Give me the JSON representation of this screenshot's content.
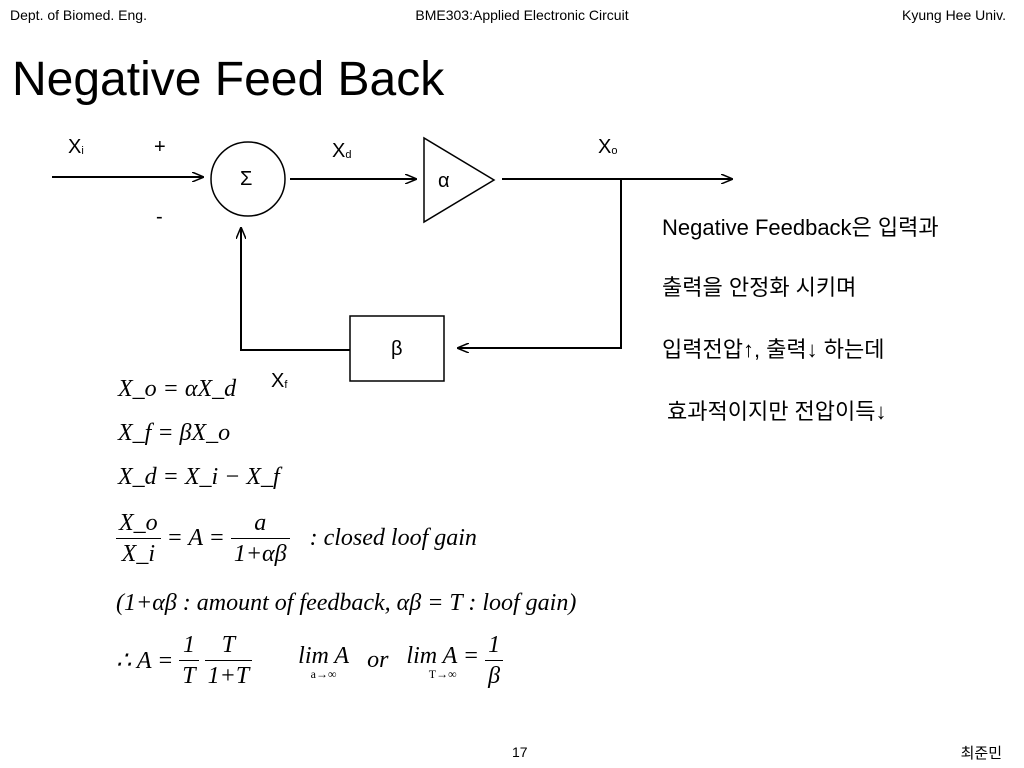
{
  "header": {
    "left": "Dept. of Biomed. Eng.",
    "center": "BME303:Applied Electronic Circuit",
    "right": "Kyung Hee Univ."
  },
  "title": "Negative Feed Back",
  "diagram": {
    "xi_main": "X",
    "xi_sub": "i",
    "plus": "+",
    "minus": "-",
    "sigma": "Σ",
    "xd_main": "X",
    "xd_sub": "d",
    "alpha": "α",
    "xo_main": "X",
    "xo_sub": "o",
    "beta": "β",
    "xf_main": "X",
    "xf_sub": "f"
  },
  "korean_text": {
    "line1": "Negative Feedback은 입력과",
    "line2": "출력을 안정화 시키며",
    "line3": "입력전압↑, 출력↓ 하는데",
    "line4": "효과적이지만 전압이득↓"
  },
  "equations": {
    "eq1": "X_o = αX_d",
    "eq2": "X_f = βX_o",
    "eq3": "X_d = X_i − X_f",
    "eq4": {
      "frac_num": "X_o",
      "frac_den": "X_i",
      "eq": "= A =",
      "num": "a",
      "den": "1+αβ",
      "note": ": closed loof gain"
    },
    "eq5": "(1+αβ : amount of feedback, αβ = T : loof gain)",
    "eq6": {
      "therefore": "∴ A =",
      "frac1_num": "1",
      "frac1_den": "T",
      "frac2_num": "T",
      "frac2_den": "1+T",
      "lim1": "lim A",
      "lim1_sub": "a→∞",
      "or": "or",
      "lim2": "lim A =",
      "lim2_sub": "T→∞",
      "frac3_num": "1",
      "frac3_den": "β"
    }
  },
  "footer": {
    "page": "17",
    "author": "최준민"
  }
}
